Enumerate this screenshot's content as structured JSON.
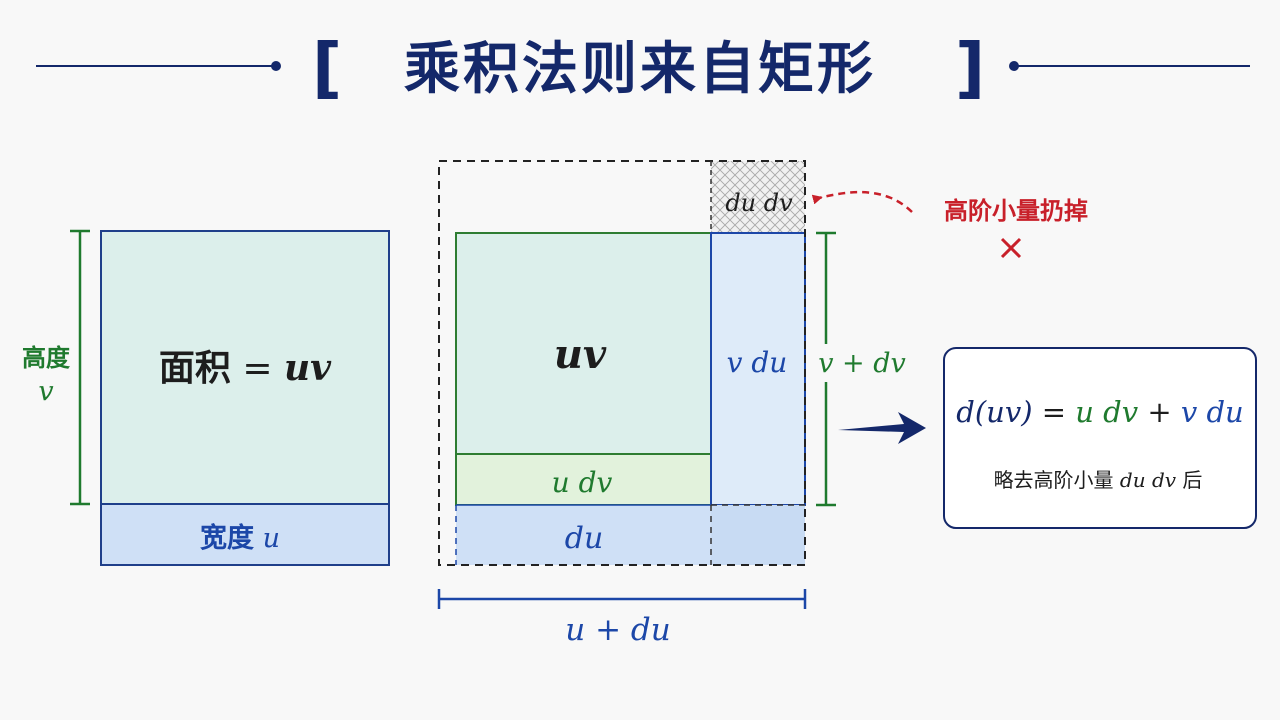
{
  "title": {
    "bracket_left": "[",
    "text": "乘积法则来自矩形",
    "bracket_right": "]"
  },
  "left_rect": {
    "area_label": "面积",
    "area_eq": " = ",
    "area_expr": "uv",
    "height_label": "高度",
    "height_var": "v",
    "width_label": "宽度",
    "width_var": "u"
  },
  "right_rect": {
    "uv": "uv",
    "u_dv": "u dv",
    "v_du": "v du",
    "du": "du",
    "du_dv": "du dv",
    "v_plus_dv": "v + dv",
    "u_plus_du": "u + du"
  },
  "annotation": {
    "drop_text": "高阶小量扔掉",
    "cross": "×"
  },
  "result": {
    "formula": {
      "lhs": "d(uv)",
      "eq": " = ",
      "term1": "u dv",
      "plus": " + ",
      "term2": "v du"
    },
    "note_prefix": "略去高阶小量 ",
    "note_math": "du dv",
    "note_suffix": " 后"
  },
  "colors": {
    "navy": "#14286a",
    "green": "#1f7a2e",
    "blue": "#1c47a8",
    "red": "#c8202a",
    "uv_fill": "#dcefeb",
    "strip_blue": "#cfe0f6",
    "strip_green": "#e2f2dc"
  },
  "icons": {
    "arrow": "right-arrow-icon",
    "cross": "cross-icon"
  }
}
